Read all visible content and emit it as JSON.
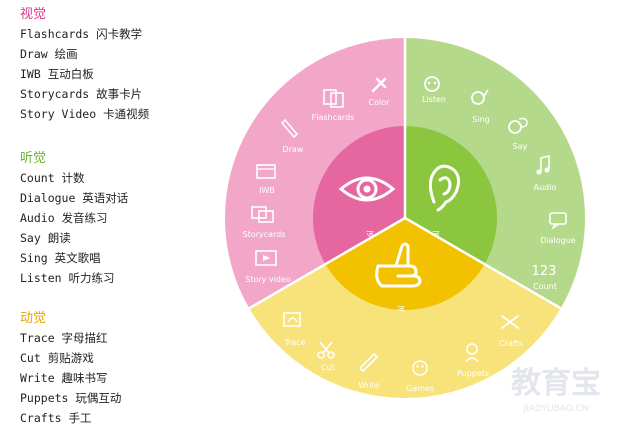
{
  "legend": {
    "visual": {
      "title": "视觉",
      "items": [
        "Flashcards 闪卡教学",
        "Draw 绘画",
        "IWB 互动白板",
        "Storycards 故事卡片",
        "Story Video 卡通视频"
      ]
    },
    "auditory": {
      "title": "听觉",
      "items": [
        "Count  计数",
        "Dialogue 英语对话",
        "Audio 发音练习",
        "Say 朗读",
        "Sing 英文歌唱",
        "Listen 听力练习"
      ]
    },
    "kinesthetic": {
      "title": "动觉",
      "items": [
        "Trace 字母描红",
        "Cut 剪贴游戏",
        "Write 趣味书写",
        "Puppets 玩偶互动",
        "Crafts 手工"
      ]
    }
  },
  "wheel": {
    "colors": {
      "pink_outer": "#f2a7c8",
      "pink_inner": "#e6679f",
      "green_outer": "#b5d98a",
      "green_inner": "#8cc63f",
      "yellow_outer": "#f8e27a",
      "yellow_inner": "#f2c200"
    },
    "pink_labels": [
      "Color",
      "Flashcards",
      "Draw",
      "IWB",
      "Storycards",
      "Story video"
    ],
    "green_labels": [
      "Listen",
      "Sing",
      "Say",
      "Audio",
      "Dialogue",
      "Count"
    ],
    "yellow_labels": [
      "Crafts",
      "Puppets",
      "Games",
      "Write",
      "Cut",
      "Trace"
    ],
    "center_marks": [
      "ज",
      "ज",
      "ज"
    ]
  },
  "watermark": {
    "text": "教育宝",
    "url": "JIAOYUBAO.CN"
  }
}
